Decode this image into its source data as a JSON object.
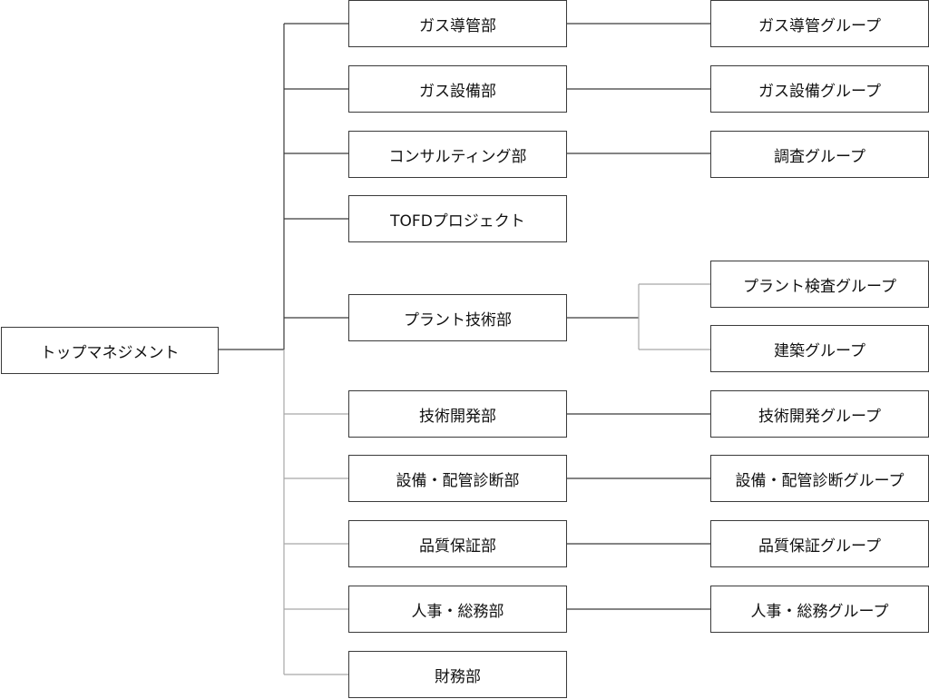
{
  "org_chart": {
    "root": {
      "label": "トップマネジメント"
    },
    "departments": [
      {
        "label": "ガス導管部",
        "groups": [
          "ガス導管グループ"
        ]
      },
      {
        "label": "ガス設備部",
        "groups": [
          "ガス設備グループ"
        ]
      },
      {
        "label": "コンサルティング部",
        "groups": [
          "調査グループ"
        ]
      },
      {
        "label": "TOFDプロジェクト",
        "groups": []
      },
      {
        "label": "プラント技術部",
        "groups": [
          "プラント検査グループ",
          "建築グループ"
        ]
      },
      {
        "label": "技術開発部",
        "groups": [
          "技術開発グループ"
        ]
      },
      {
        "label": "設備・配管診断部",
        "groups": [
          "設備・配管診断グループ"
        ]
      },
      {
        "label": "品質保証部",
        "groups": [
          "品質保証グループ"
        ]
      },
      {
        "label": "人事・総務部",
        "groups": [
          "人事・総務グループ"
        ]
      },
      {
        "label": "財務部",
        "groups": []
      }
    ]
  }
}
